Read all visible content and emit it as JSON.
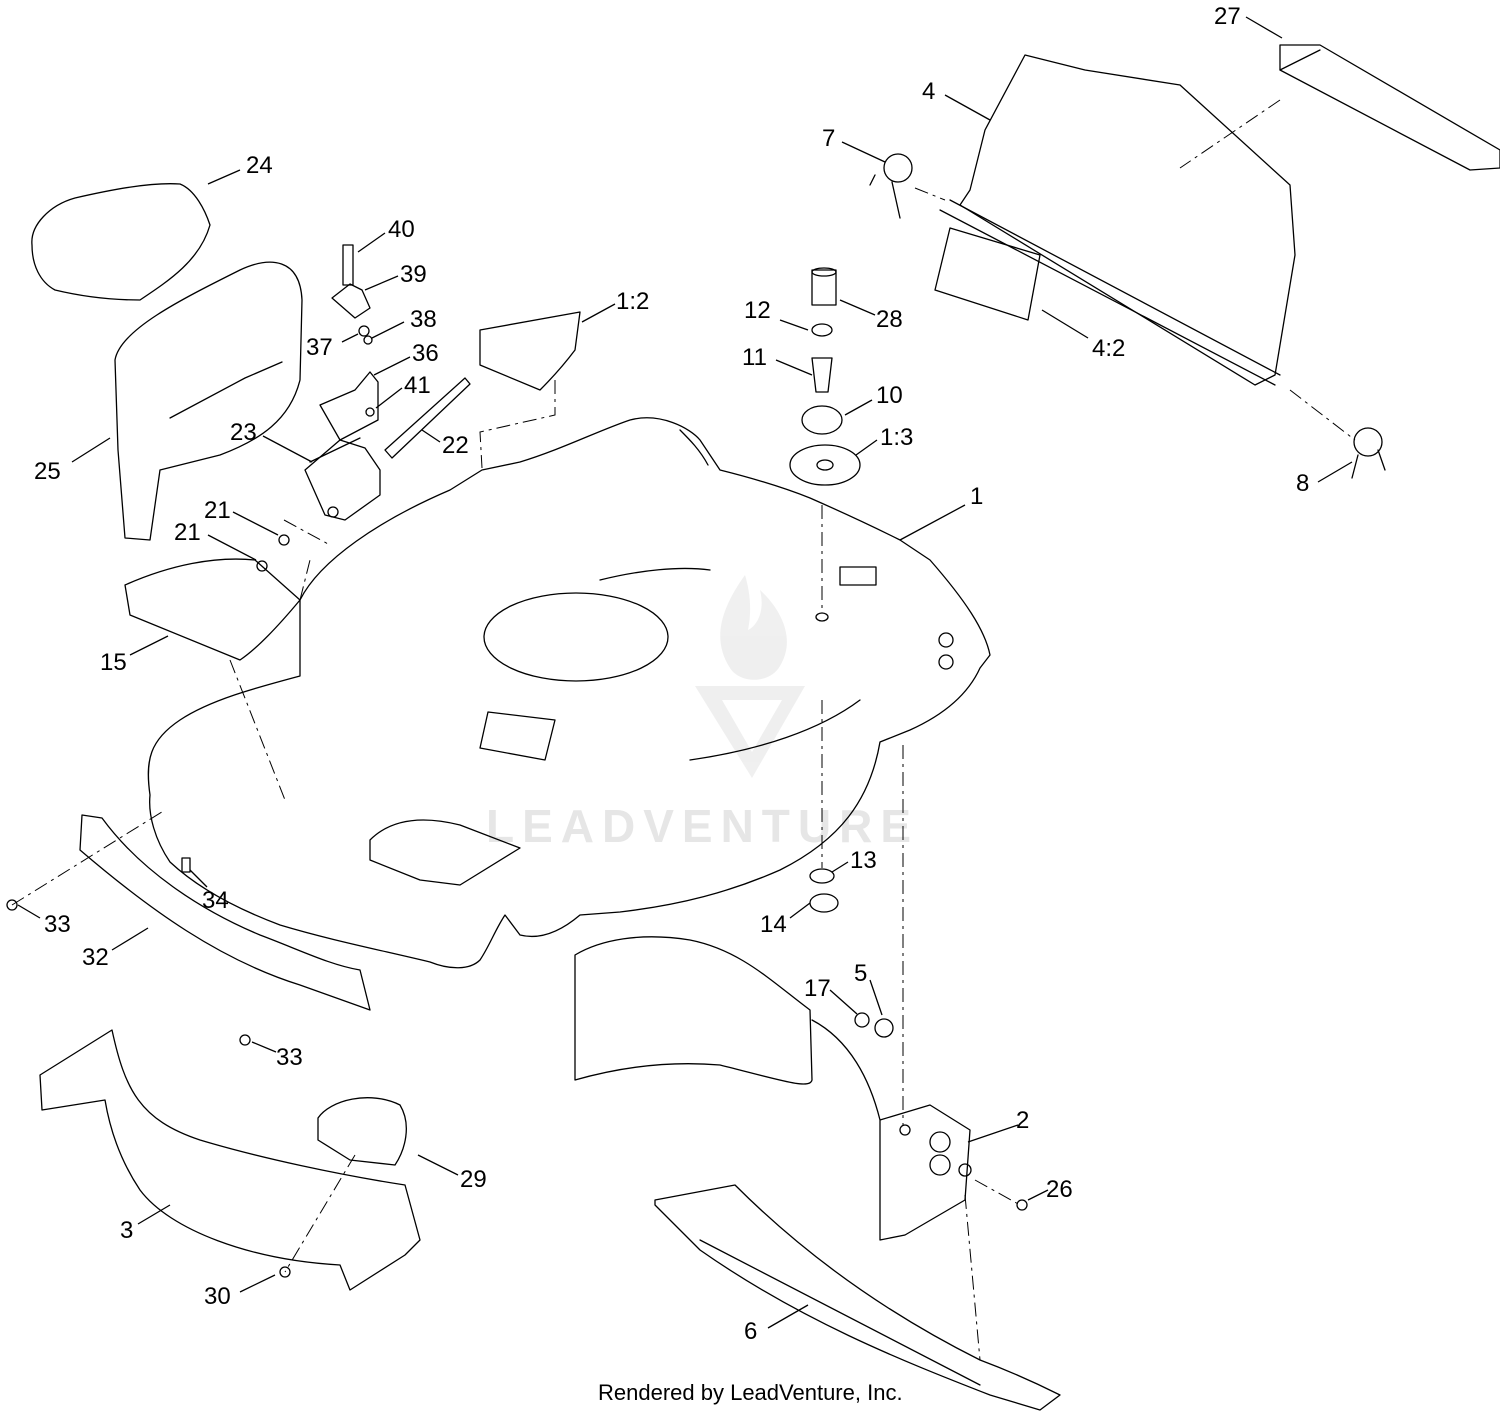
{
  "watermark": {
    "text": "LEADVENTURE"
  },
  "credit": "Rendered by LeadVenture, Inc.",
  "callouts": [
    {
      "id": "c27",
      "label": "27"
    },
    {
      "id": "c4",
      "label": "4"
    },
    {
      "id": "c7",
      "label": "7"
    },
    {
      "id": "c24",
      "label": "24"
    },
    {
      "id": "c40",
      "label": "40"
    },
    {
      "id": "c39",
      "label": "39"
    },
    {
      "id": "c38",
      "label": "38"
    },
    {
      "id": "c37",
      "label": "37"
    },
    {
      "id": "c36",
      "label": "36"
    },
    {
      "id": "c41",
      "label": "41"
    },
    {
      "id": "c1-2",
      "label": "1:2"
    },
    {
      "id": "c12",
      "label": "12"
    },
    {
      "id": "c28",
      "label": "28"
    },
    {
      "id": "c4-2",
      "label": "4:2"
    },
    {
      "id": "c11",
      "label": "11"
    },
    {
      "id": "c10",
      "label": "10"
    },
    {
      "id": "c1-3",
      "label": "1:3"
    },
    {
      "id": "c23",
      "label": "23"
    },
    {
      "id": "c22",
      "label": "22"
    },
    {
      "id": "c25",
      "label": "25"
    },
    {
      "id": "c8",
      "label": "8"
    },
    {
      "id": "c1",
      "label": "1"
    },
    {
      "id": "c21a",
      "label": "21"
    },
    {
      "id": "c21b",
      "label": "21"
    },
    {
      "id": "c15",
      "label": "15"
    },
    {
      "id": "c13",
      "label": "13"
    },
    {
      "id": "c34",
      "label": "34"
    },
    {
      "id": "c33a",
      "label": "33"
    },
    {
      "id": "c14",
      "label": "14"
    },
    {
      "id": "c32",
      "label": "32"
    },
    {
      "id": "c17",
      "label": "17"
    },
    {
      "id": "c5",
      "label": "5"
    },
    {
      "id": "c33b",
      "label": "33"
    },
    {
      "id": "c2",
      "label": "2"
    },
    {
      "id": "c29",
      "label": "29"
    },
    {
      "id": "c26",
      "label": "26"
    },
    {
      "id": "c3",
      "label": "3"
    },
    {
      "id": "c30",
      "label": "30"
    },
    {
      "id": "c6",
      "label": "6"
    }
  ]
}
